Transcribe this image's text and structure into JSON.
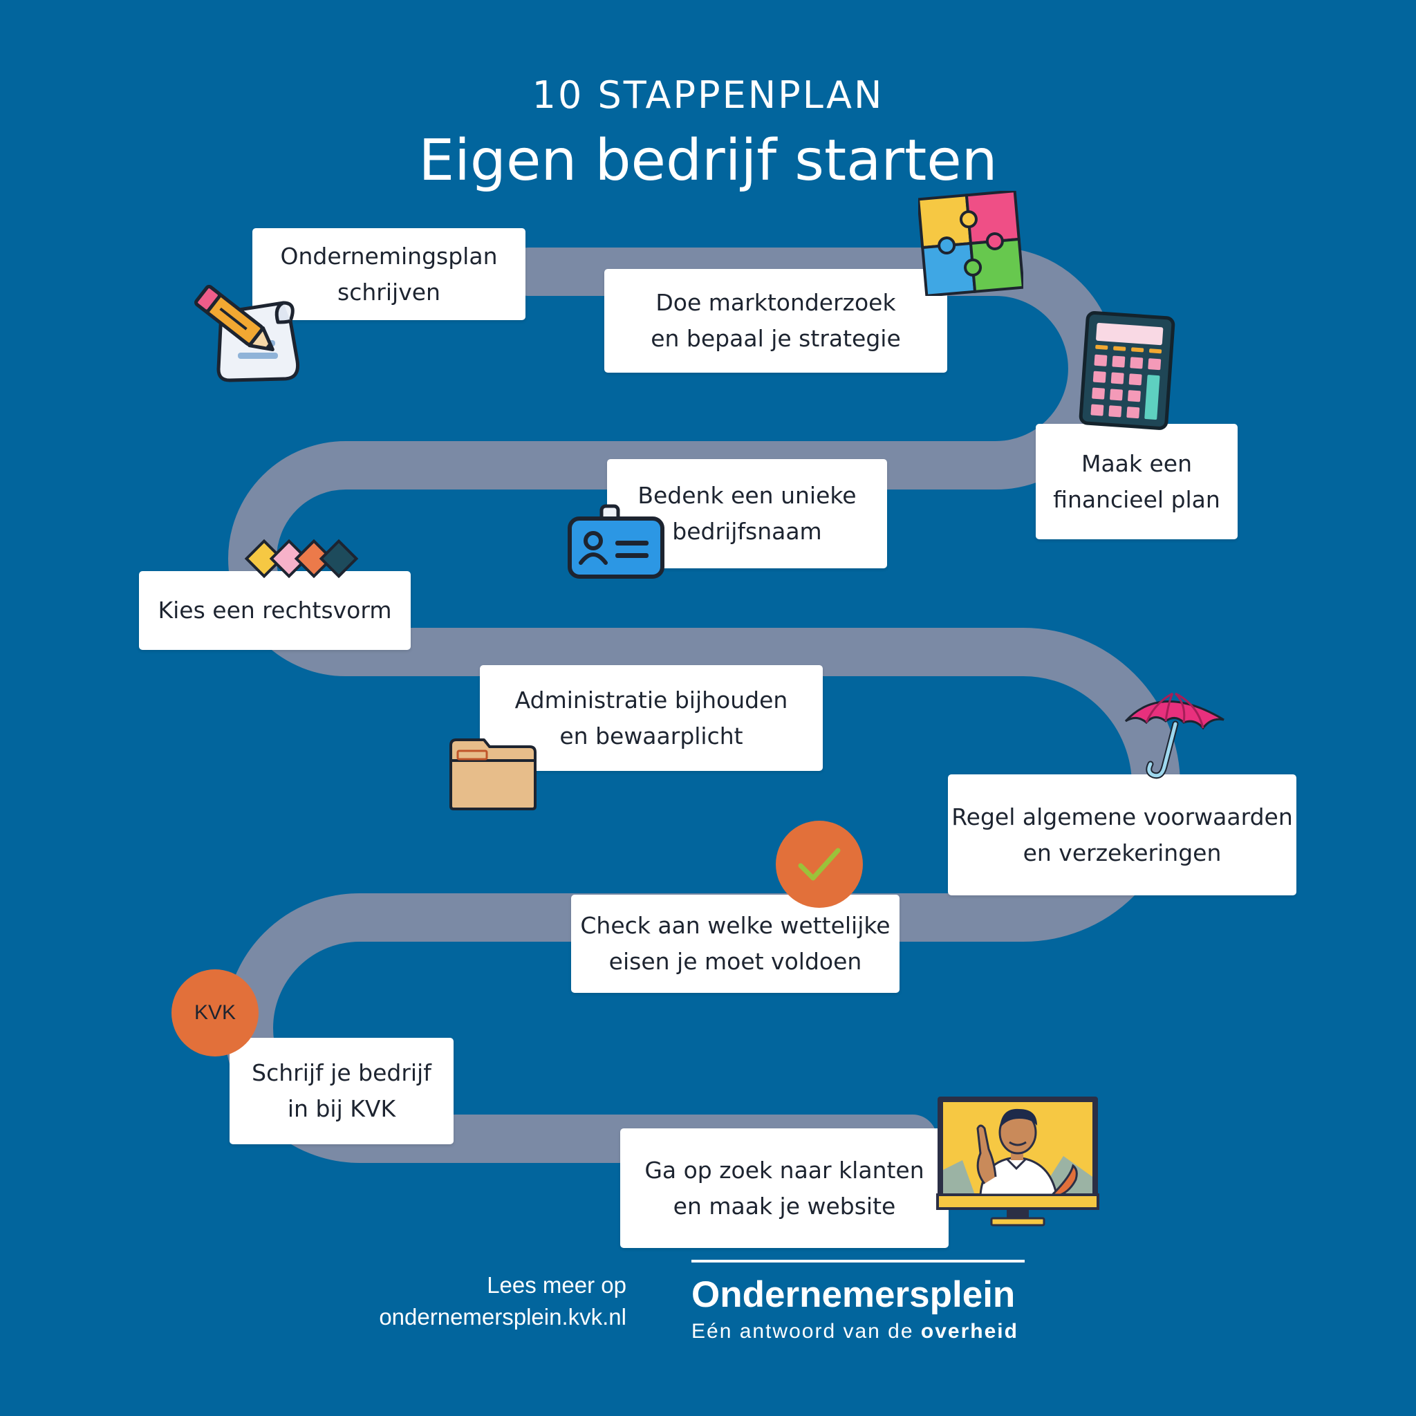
{
  "header": {
    "subtitle": "10 STAPPENPLAN",
    "title": "Eigen bedrijf starten"
  },
  "steps": [
    {
      "label": "Ondernemingsplan\nschrijven",
      "icon": "document-pencil-icon"
    },
    {
      "label": "Doe marktonderzoek\nen bepaal je strategie",
      "icon": "puzzle-icon"
    },
    {
      "label": "Maak een\nfinancieel plan",
      "icon": "calculator-icon"
    },
    {
      "label": "Bedenk een unieke\nbedrijfsnaam",
      "icon": "id-badge-icon"
    },
    {
      "label": "Kies een rechtsvorm",
      "icon": "diamonds-icon"
    },
    {
      "label": "Administratie bijhouden\nen bewaarplicht",
      "icon": "folder-icon"
    },
    {
      "label": "Regel algemene voorwaarden\nen verzekeringen",
      "icon": "umbrella-icon"
    },
    {
      "label": "Check aan welke wettelijke\neisen je moet voldoen",
      "icon": "checkmark-icon"
    },
    {
      "label": "Schrijf je bedrijf\nin bij KVK",
      "icon": "kvk-badge"
    },
    {
      "label": "Ga op zoek naar klanten\nen maak je website",
      "icon": "monitor-person-icon"
    }
  ],
  "kvk_badge": "KVK",
  "footer": {
    "line1": "Lees meer op",
    "line2": "ondernemersplein.kvk.nl"
  },
  "brand": {
    "name": "Ondernemersplein",
    "tagline": "Eén antwoord van de",
    "tagline_bold": "overheid"
  },
  "colors": {
    "background": "#02659d",
    "road": "#7b8aa5",
    "card": "#ffffff",
    "accent": "#e2703a",
    "text": "#1d2430"
  }
}
